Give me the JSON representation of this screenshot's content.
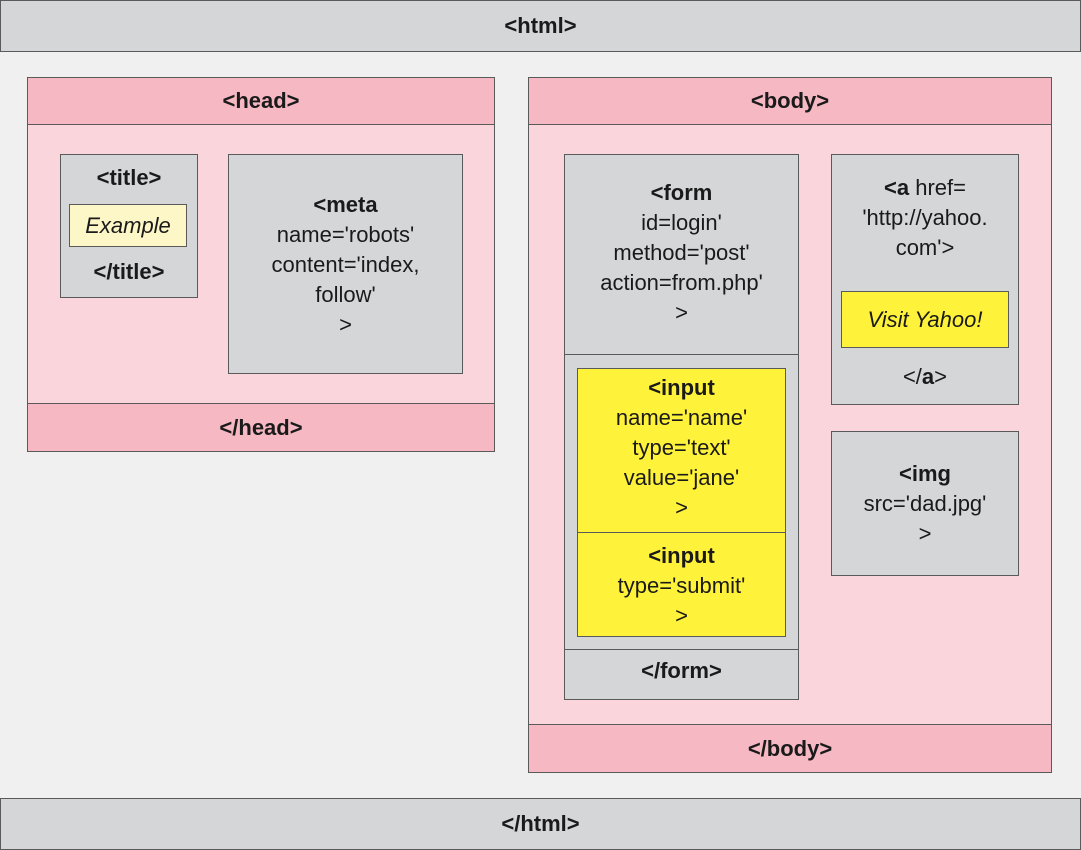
{
  "html": {
    "open": "<html>",
    "close": "</html>"
  },
  "head": {
    "open": "<head>",
    "close": "</head>",
    "title": {
      "open": "<title>",
      "text": "Example",
      "close": "</title>"
    },
    "meta": {
      "tag": "<meta",
      "name": "name='robots'",
      "content_1": "content='index,",
      "content_2": "follow'",
      "end": ">"
    }
  },
  "body": {
    "open": "<body>",
    "close": "</body>",
    "form": {
      "tag": "<form",
      "id": "id=login'",
      "method": "method='post'",
      "action": "action=from.php'",
      "end": ">",
      "close": "</form>",
      "input_text": {
        "tag": "<input",
        "name": "name='name'",
        "type": "type='text'",
        "value": "value='jane'",
        "end": ">"
      },
      "input_submit": {
        "tag": "<input",
        "type": "type='submit'",
        "end": ">"
      }
    },
    "anchor": {
      "tag": "<a",
      "href_1": " href=",
      "href_2": "'http://yahoo.",
      "href_3": "com'>",
      "text": "Visit Yahoo!",
      "close_lt": "</",
      "close_a": "a",
      "close_gt": ">"
    },
    "img": {
      "tag": "<img",
      "src": "src='dad.jpg'",
      "end": ">"
    }
  },
  "colors": {
    "background": "#f0f0f0",
    "gray_box": "#d5d6d8",
    "pink_bar": "#f6b8c2",
    "pink_body": "#fbd5dc",
    "yellow": "#fff23a",
    "pale_yellow": "#fdf7c7"
  }
}
